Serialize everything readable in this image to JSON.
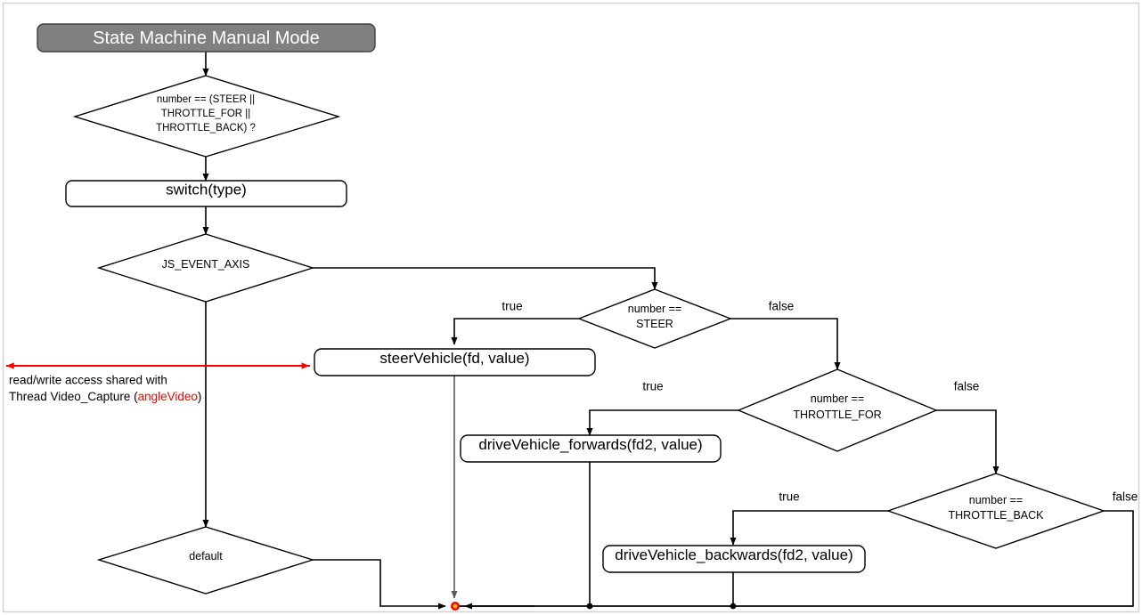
{
  "diagram": {
    "title": "State Machine Manual Mode",
    "nodes": {
      "title_box": {
        "label": "State Machine Manual Mode",
        "shape": "rounded-rect",
        "fill": "#808080"
      },
      "guard_decision": {
        "line1": "number == (STEER ||",
        "line2": "THROTTLE_FOR  ||",
        "line3": "THROTTLE_BACK) ?",
        "shape": "diamond"
      },
      "switch_box": {
        "label": "switch(type)",
        "shape": "rounded-rect"
      },
      "js_event_axis": {
        "label": "JS_EVENT_AXIS",
        "shape": "diamond"
      },
      "decision_steer": {
        "line1": "number ==",
        "line2": "STEER",
        "shape": "diamond"
      },
      "decision_throttle_for": {
        "line1": "number ==",
        "line2": "THROTTLE_FOR",
        "shape": "diamond"
      },
      "decision_throttle_back": {
        "line1": "number ==",
        "line2": "THROTTLE_BACK",
        "shape": "diamond"
      },
      "steer_vehicle": {
        "label": "steerVehicle(fd, value)",
        "shape": "rounded-rect"
      },
      "drive_forwards": {
        "label": "driveVehicle_forwards(fd2, value)",
        "shape": "rounded-rect"
      },
      "drive_backwards": {
        "label": "driveVehicle_backwards(fd2, value)",
        "shape": "rounded-rect"
      },
      "default_case": {
        "label": "default",
        "shape": "diamond"
      }
    },
    "branch_labels": {
      "steer_true": "true",
      "steer_false": "false",
      "throttle_for_true": "true",
      "throttle_for_false": "false",
      "throttle_back_true": "true",
      "throttle_back_false": "false"
    },
    "annotation": {
      "line1": "read/write access shared with",
      "line2_prefix": "Thread Video_Capture (",
      "line2_accent": "angleVideo",
      "line2_suffix": ")",
      "accent_color": "#ff0000"
    },
    "colors": {
      "title_fill": "#808080",
      "title_text": "#ffffff",
      "edge": "#000000",
      "edge_gray": "#595959",
      "annotation_arrow": "#ff0000",
      "junction_outer": "#ff0000",
      "junction_inner": "#ffc000",
      "page_border": "#d0d0d0",
      "background": "#ffffff"
    }
  }
}
